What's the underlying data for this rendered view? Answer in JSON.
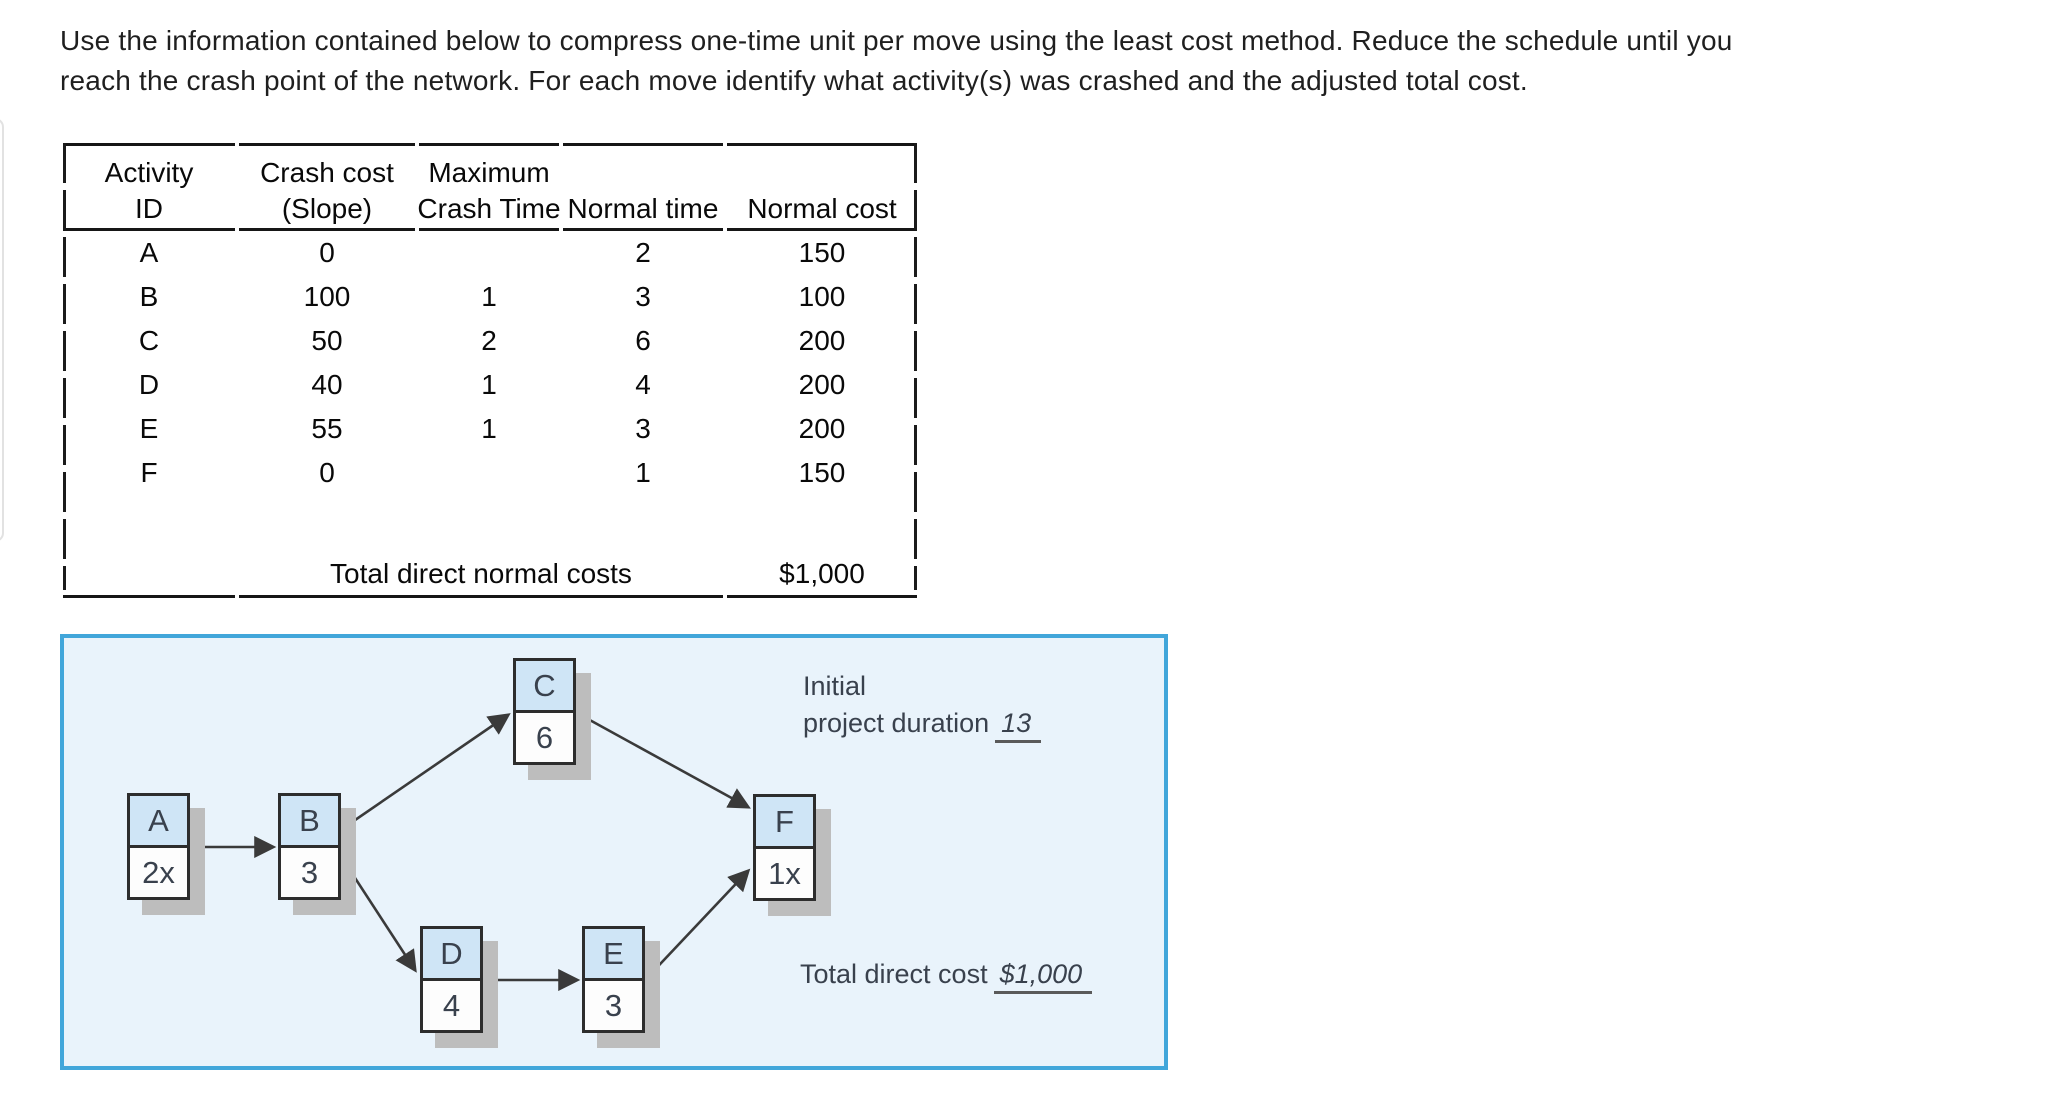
{
  "page": {
    "instructions": "Use the information contained below to compress one-time unit per move using the least cost method. Reduce the schedule until you\nreach the crash point of the network. For each move identify what activity(s) was crashed and the adjusted total cost."
  },
  "table": {
    "header": {
      "activity_line1": "Activity",
      "activity_line2": "ID",
      "crash_cost_line1": "Crash cost",
      "crash_cost_line2": "(Slope)",
      "max_crash_line1": "Maximum",
      "max_crash_line2": "Crash Time",
      "normal_time": "Normal time",
      "normal_cost": "Normal cost"
    },
    "rows": [
      {
        "id": "A",
        "crash_cost_slope": "0",
        "max_crash_time": "",
        "normal_time": "2",
        "normal_cost": "150"
      },
      {
        "id": "B",
        "crash_cost_slope": "100",
        "max_crash_time": "1",
        "normal_time": "3",
        "normal_cost": "100"
      },
      {
        "id": "C",
        "crash_cost_slope": "50",
        "max_crash_time": "2",
        "normal_time": "6",
        "normal_cost": "200"
      },
      {
        "id": "D",
        "crash_cost_slope": "40",
        "max_crash_time": "1",
        "normal_time": "4",
        "normal_cost": "200"
      },
      {
        "id": "E",
        "crash_cost_slope": "55",
        "max_crash_time": "1",
        "normal_time": "3",
        "normal_cost": "200"
      },
      {
        "id": "F",
        "crash_cost_slope": "0",
        "max_crash_time": "",
        "normal_time": "1",
        "normal_cost": "150"
      }
    ],
    "footer": {
      "label": "Total direct normal costs",
      "value": "$1,000"
    }
  },
  "diagram": {
    "nodes": [
      {
        "id": "A",
        "duration": "2x"
      },
      {
        "id": "B",
        "duration": "3"
      },
      {
        "id": "C",
        "duration": "6"
      },
      {
        "id": "D",
        "duration": "4"
      },
      {
        "id": "E",
        "duration": "3"
      },
      {
        "id": "F",
        "duration": "1x"
      }
    ],
    "edges": [
      "A-B",
      "B-C",
      "B-D",
      "C-F",
      "D-E",
      "E-F"
    ],
    "annotations": {
      "initial_line1": "Initial",
      "initial_line2": "project duration",
      "initial_duration_value": "13",
      "total_cost_label": "Total direct cost",
      "total_cost_value": "$1,000"
    },
    "colors": {
      "panel_border": "#41a6da",
      "panel_background": "#e9f3fb",
      "node_header_fill": "#cfe5f6",
      "node_body_fill": "#fdfdfd",
      "node_border": "#2d2d2d",
      "node_shadow": "#bdbdbd",
      "text": "#39414d",
      "arrow": "#3a3a3a"
    }
  }
}
